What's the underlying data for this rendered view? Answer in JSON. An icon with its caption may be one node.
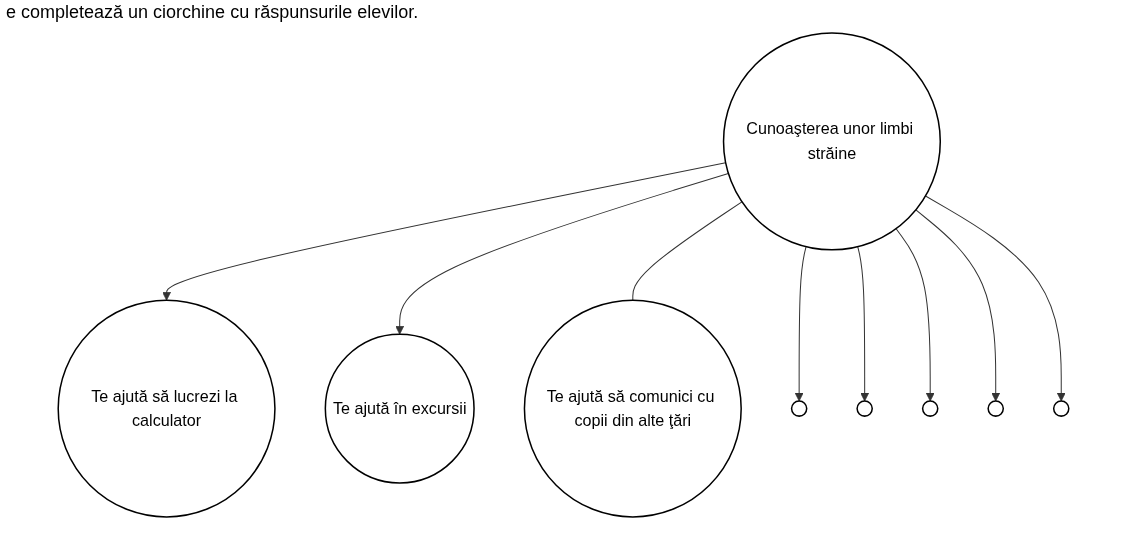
{
  "diagram": {
    "nodes": [
      {
        "text": [
          "Cunoaşterea unor limbi străine"
        ]
      },
      {
        "text": [
          "Te ajută să lucrezi la calculator"
        ]
      },
      {
        "text": [
          "Te ajută în excursii"
        ]
      },
      {
        "text": [
          "Te ajută să comunici cu copii din alte ţări"
        ]
      },
      {
        "text": [],
        "shape": "circle"
      },
      {
        "text": [],
        "shape": "circle"
      },
      {
        "text": [],
        "shape": "circle"
      },
      {
        "text": [],
        "shape": "circle"
      },
      {
        "text": [],
        "shape": "circle"
      }
    ],
    "edges": [
      {
        "from": 0,
        "to": 1,
        "arrow": "to"
      },
      {
        "from": 0,
        "to": 2,
        "arrow": "to"
      },
      {
        "from": 0,
        "to": 3,
        "arrow": "none"
      },
      {
        "from": 0,
        "to": 4,
        "arrow": "to"
      },
      {
        "from": 0,
        "to": 5,
        "arrow": "to"
      },
      {
        "from": 0,
        "to": 6,
        "arrow": "to"
      },
      {
        "from": 0,
        "to": 7,
        "arrow": "to"
      },
      {
        "from": 0,
        "to": 8,
        "arrow": "to"
      }
    ],
    "labels": [
      "e completează un ciorchine cu răspunsurile elevilor."
    ]
  }
}
